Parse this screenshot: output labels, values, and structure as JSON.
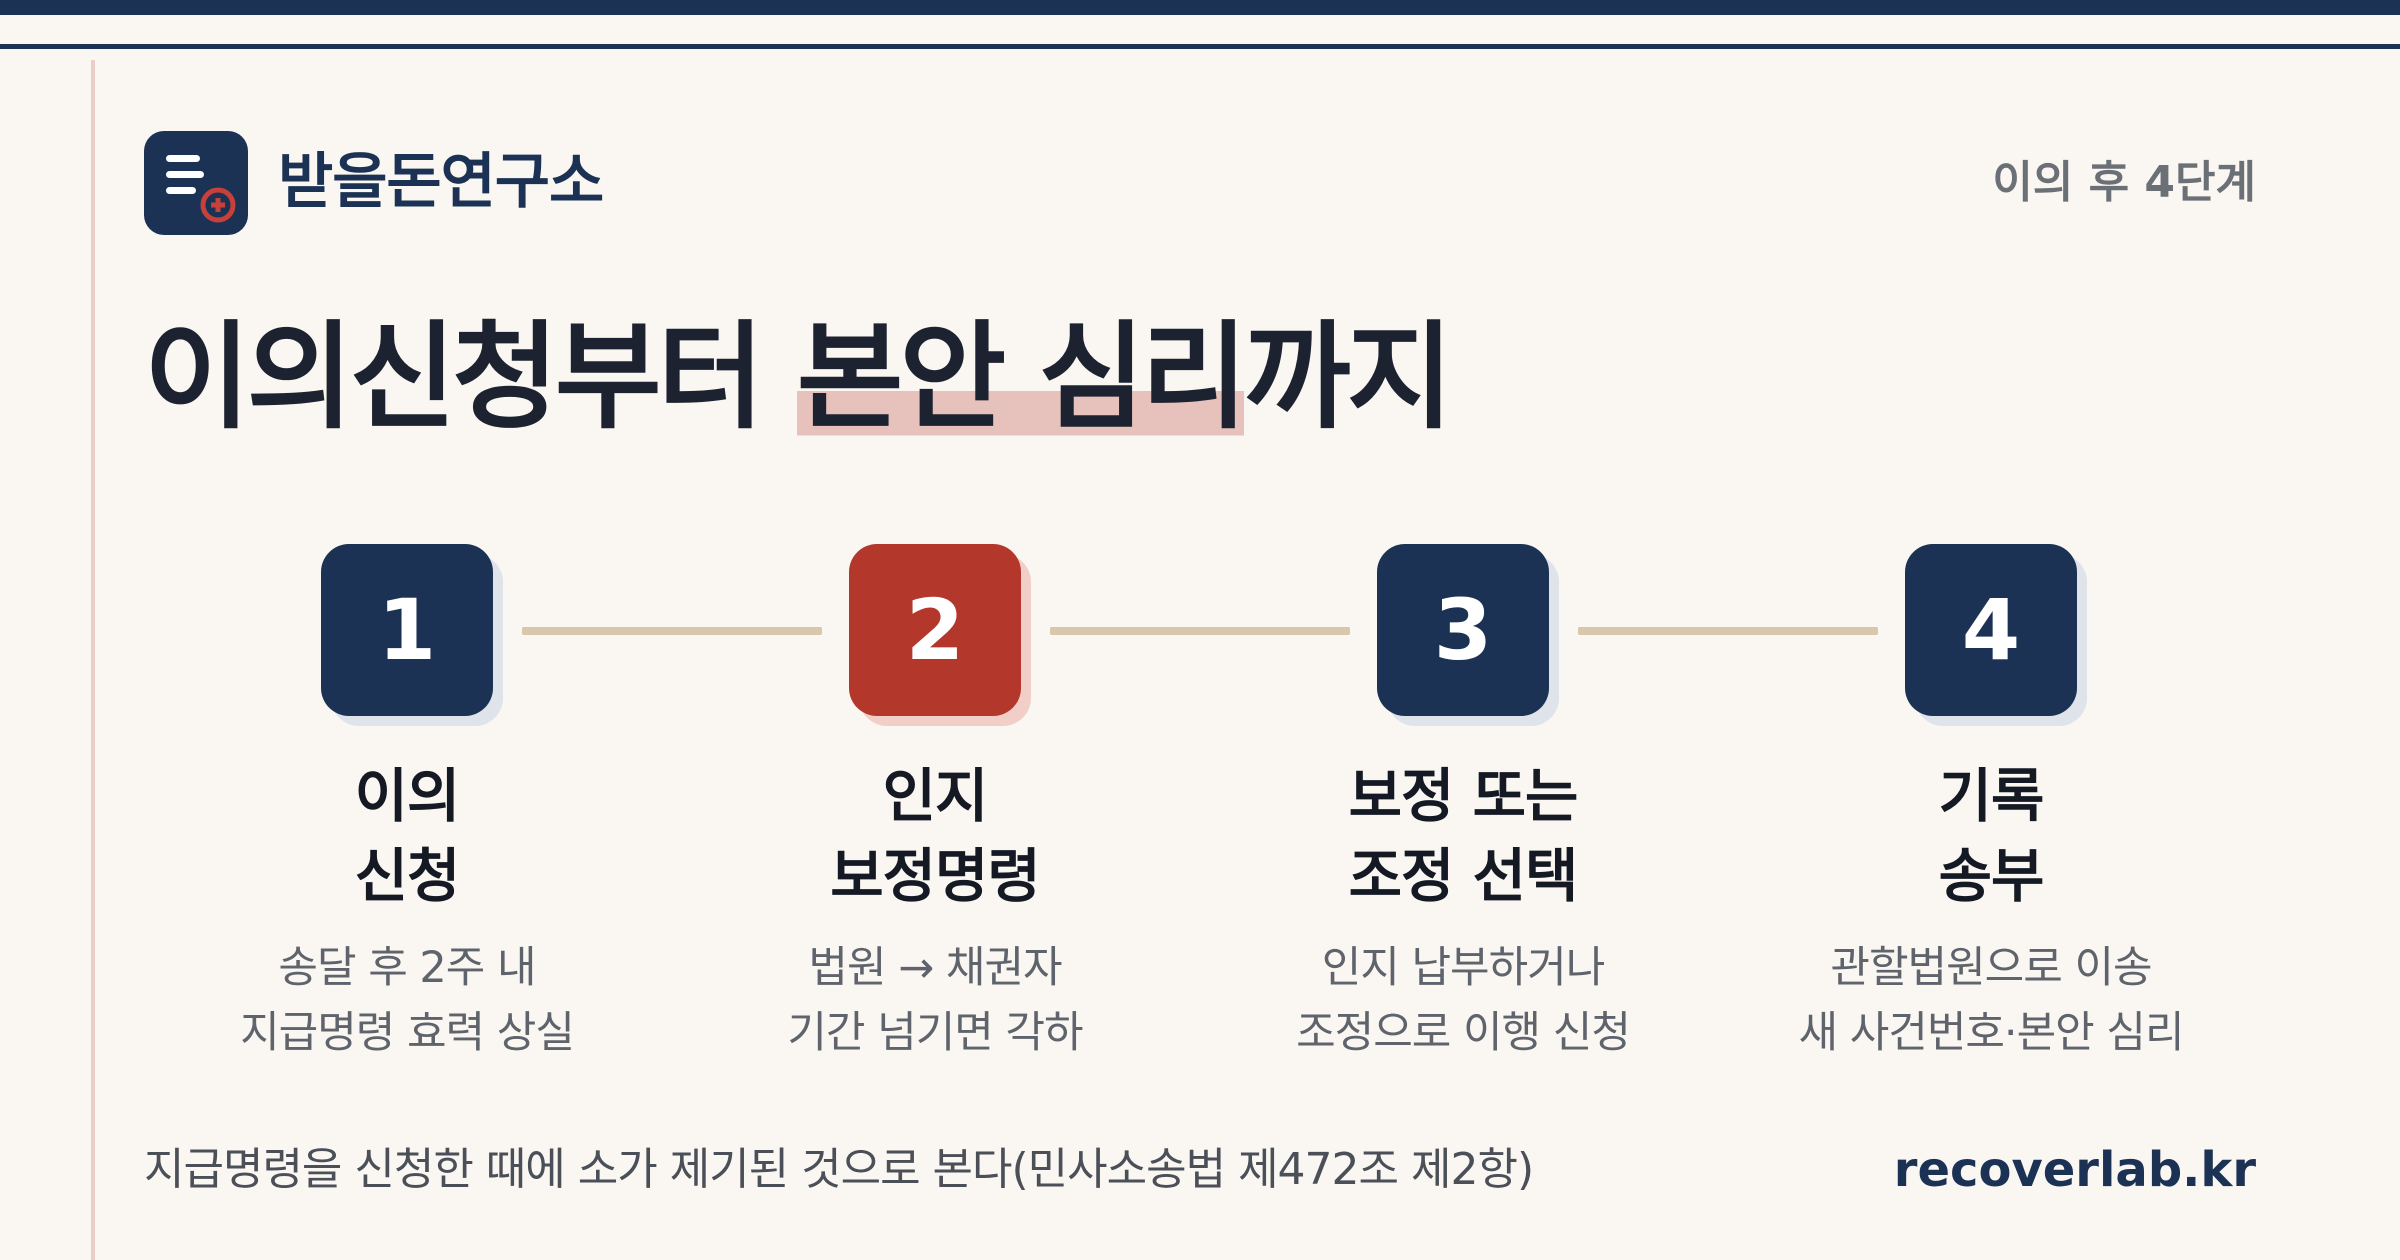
{
  "brand": {
    "name": "받을돈연구소",
    "logo_icon": "document-plus-icon"
  },
  "header": {
    "step_count": "이의 후 4단계"
  },
  "title": {
    "prefix": "이의신청부터 ",
    "highlight": "본안 심리",
    "suffix": "까지"
  },
  "steps": [
    {
      "number": "1",
      "title": [
        "이의",
        "신청"
      ],
      "desc": [
        "송달 후 2주 내",
        "지급명령 효력 상실"
      ],
      "accent": false
    },
    {
      "number": "2",
      "title": [
        "인지",
        "보정명령"
      ],
      "desc": [
        "법원 → 채권자",
        "기간 넘기면 각하"
      ],
      "accent": true
    },
    {
      "number": "3",
      "title": [
        "보정 또는",
        "조정 선택"
      ],
      "desc": [
        "인지 납부하거나",
        "조정으로 이행 신청"
      ],
      "accent": false
    },
    {
      "number": "4",
      "title": [
        "기록",
        "송부"
      ],
      "desc": [
        "관할법원으로 이송",
        "새 사건번호·본안 심리"
      ],
      "accent": false
    }
  ],
  "footer": {
    "note": "지급명령을 신청한 때에 소가 제기된 것으로 본다(민사소송법 제472조 제2항)",
    "site": "recoverlab.kr"
  },
  "colors": {
    "navy": "#1b3254",
    "accent": "#b4372c",
    "background": "#faf6f1",
    "connector": "#d8c7ad"
  }
}
